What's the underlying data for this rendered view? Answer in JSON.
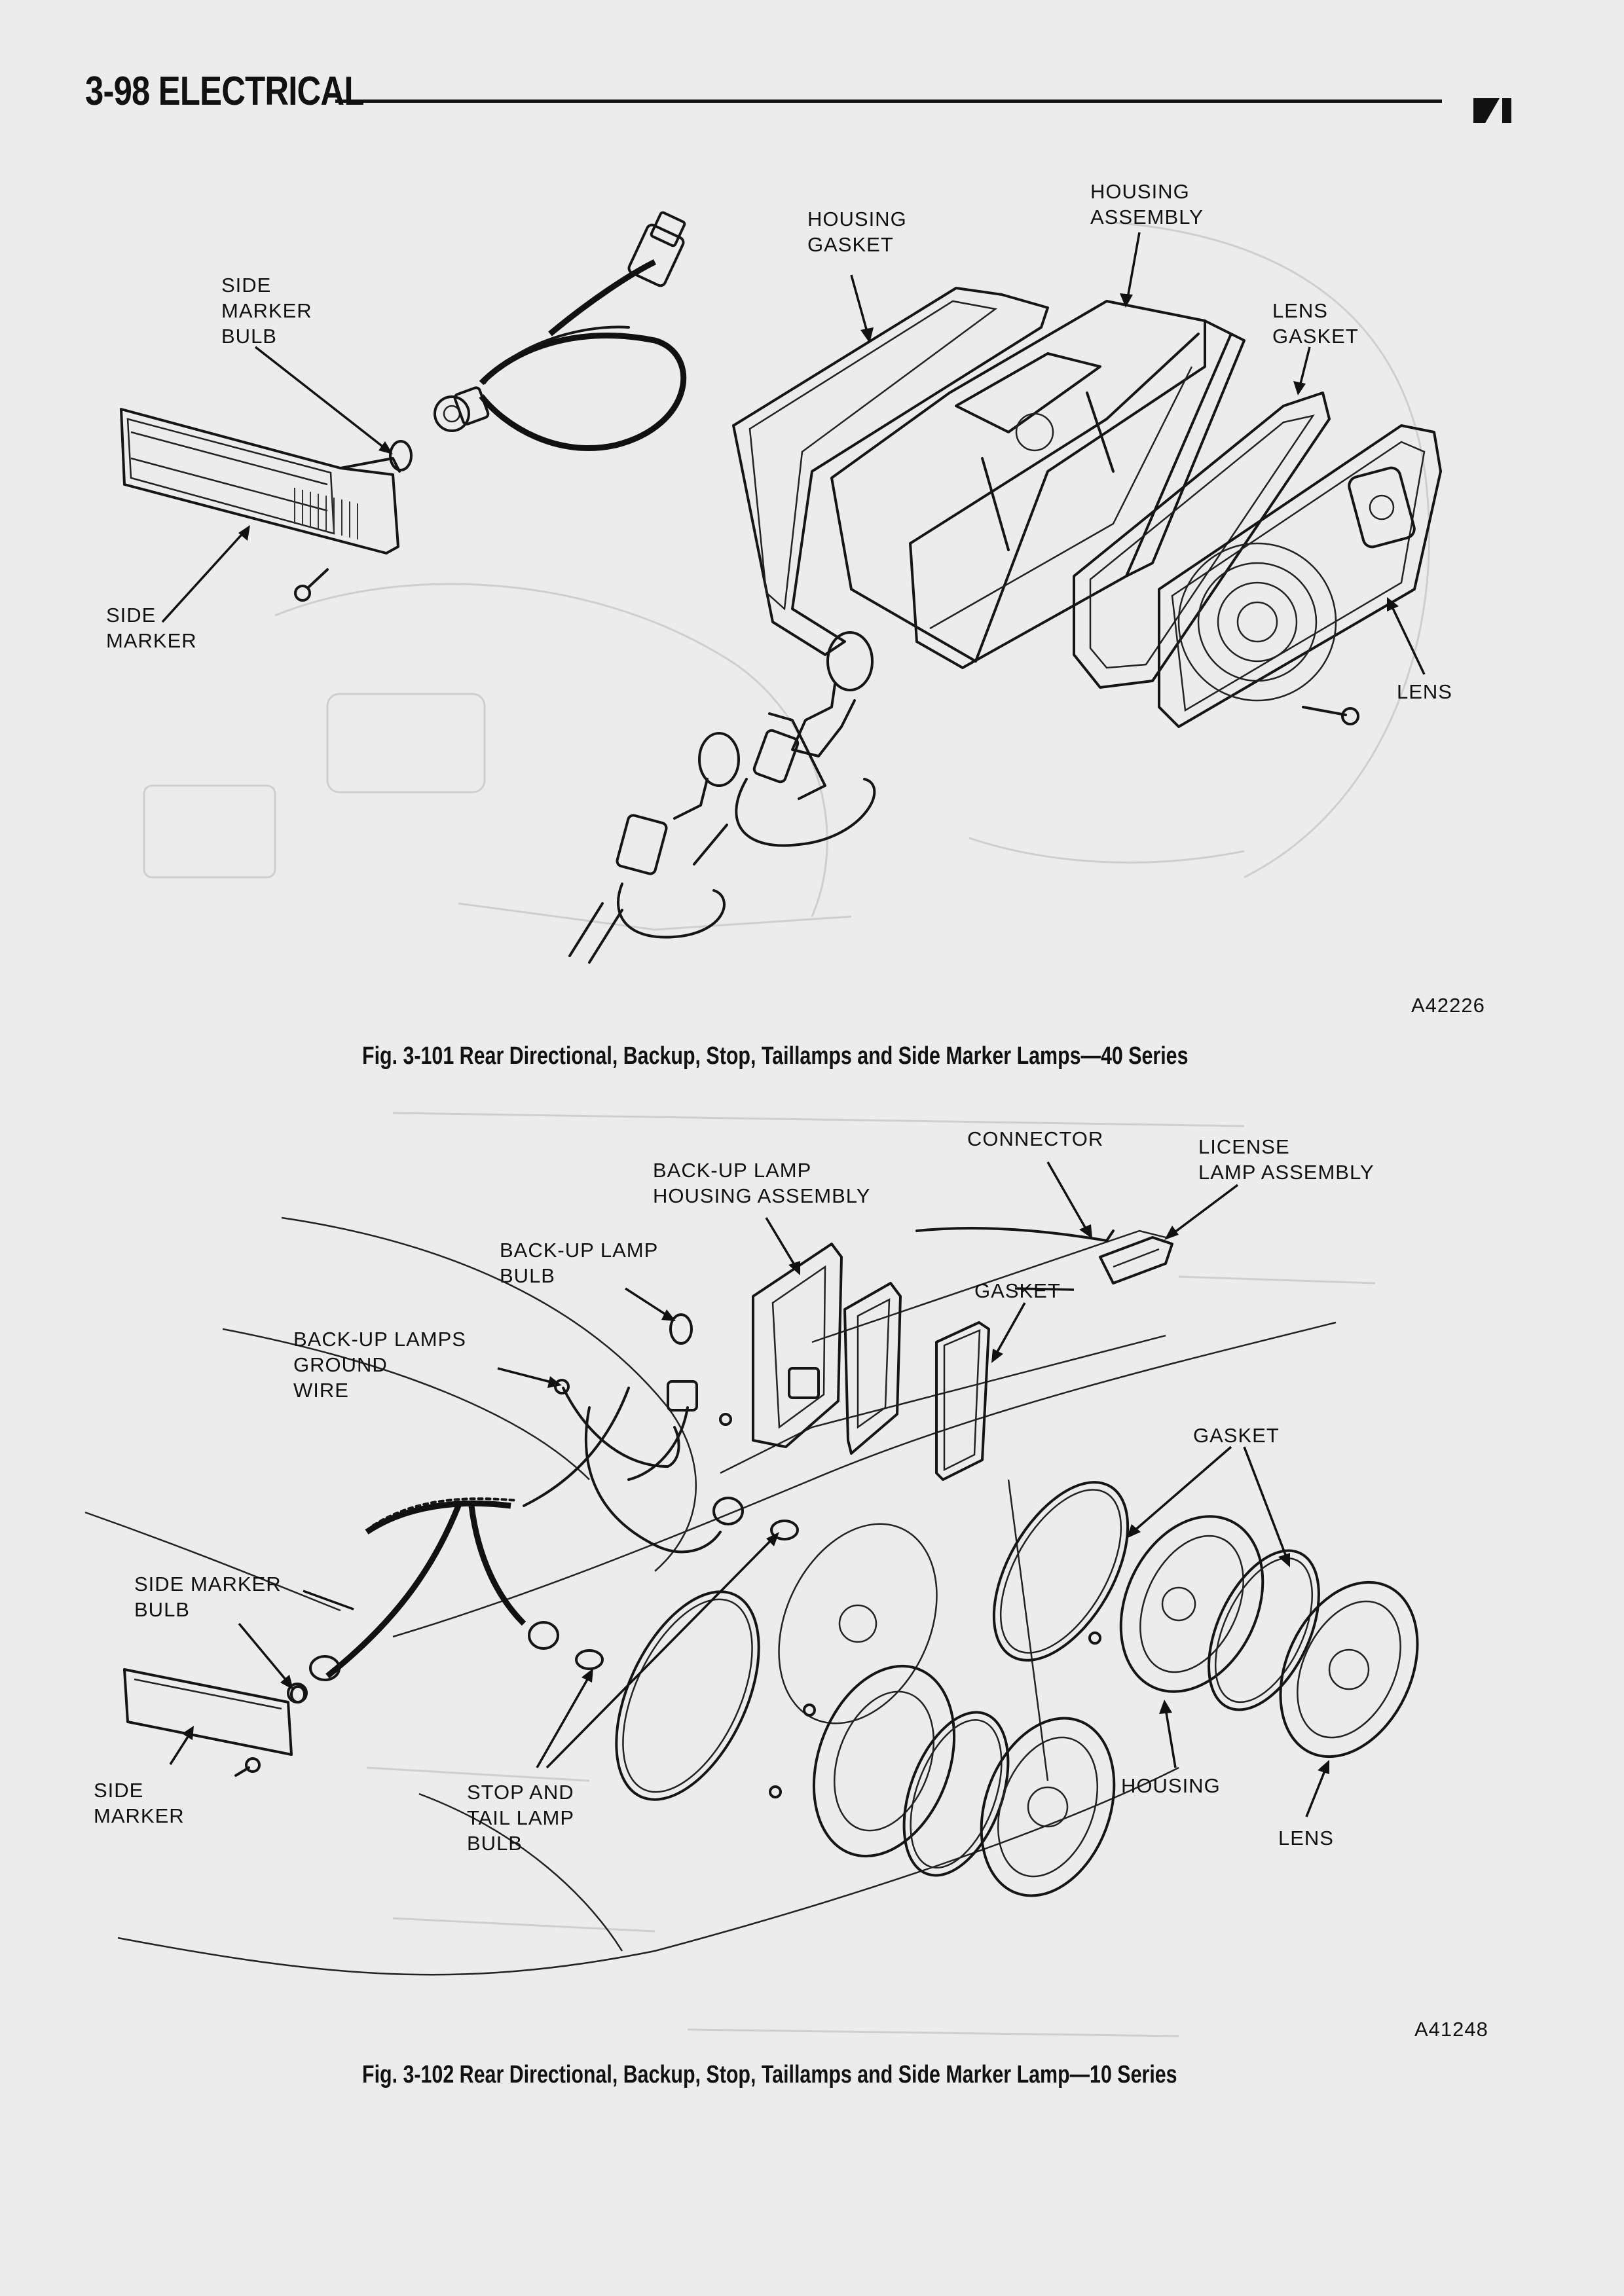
{
  "header": {
    "section": "3-98 ELECTRICAL"
  },
  "fig101": {
    "labels": {
      "side_marker_bulb": [
        "SIDE",
        "MARKER",
        "BULB"
      ],
      "side_marker": [
        "SIDE",
        "MARKER"
      ],
      "housing_gasket": [
        "HOUSING",
        "GASKET"
      ],
      "housing_assembly": [
        "HOUSING",
        "ASSEMBLY"
      ],
      "lens_gasket": [
        "LENS",
        "GASKET"
      ],
      "lens": "LENS"
    },
    "figure_number": "A42226",
    "caption": "Fig. 3-101 Rear Directional, Backup, Stop, Taillamps and Side Marker Lamps—40 Series"
  },
  "fig102": {
    "labels": {
      "connector": "CONNECTOR",
      "license_lamp_assembly": [
        "LICENSE",
        "LAMP ASSEMBLY"
      ],
      "backup_lamp_housing_assembly": [
        "BACK-UP LAMP",
        "HOUSING ASSEMBLY"
      ],
      "backup_lamp_bulb": [
        "BACK-UP LAMP",
        "BULB"
      ],
      "gasket_upper": "GASKET",
      "backup_lamps_ground_wire": [
        "BACK-UP LAMPS",
        "GROUND",
        "WIRE"
      ],
      "gasket_right": "GASKET",
      "side_marker_bulb": [
        "SIDE MARKER",
        "BULB"
      ],
      "side_marker": [
        "SIDE",
        "MARKER"
      ],
      "stop_and_tail_lamp_bulb": [
        "STOP AND",
        "TAIL LAMP",
        "BULB"
      ],
      "housing": "HOUSING",
      "lens": "LENS"
    },
    "figure_number": "A41248",
    "caption": "Fig. 3-102 Rear Directional, Backup, Stop, Taillamps and Side Marker Lamp—10 Series"
  }
}
